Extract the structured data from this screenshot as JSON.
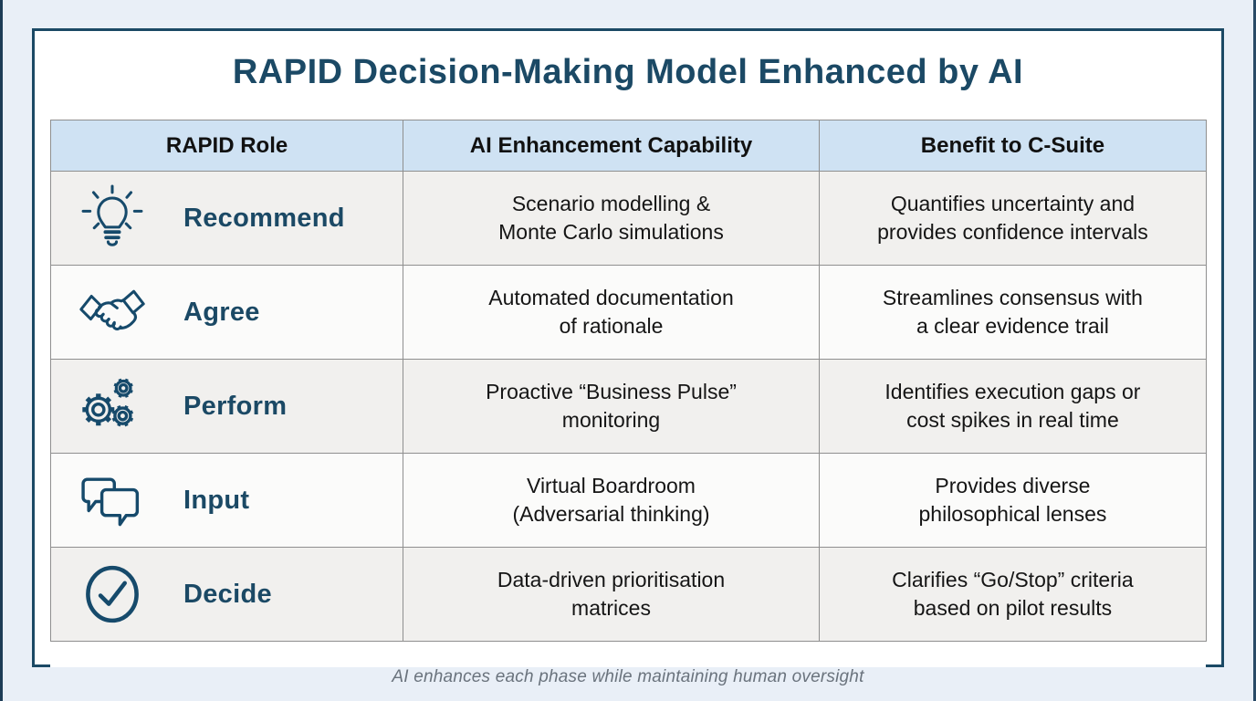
{
  "page": {
    "title": "RAPID Decision-Making Model Enhanced by AI",
    "footer_caption": "AI enhances each phase while maintaining human oversight"
  },
  "colors": {
    "accent_navy": "#1b4965",
    "page_background": "#e9eff7",
    "card_background": "#ffffff",
    "header_row_bg": "#cfe2f3",
    "row_odd_bg": "#f1f0ee",
    "row_even_bg": "#fbfbfa",
    "grid_border": "#8f8f8f",
    "body_text": "#151515",
    "footer_text": "#6a737d"
  },
  "table": {
    "columns": [
      "RAPID Role",
      "AI Enhancement Capability",
      "Benefit to C-Suite"
    ],
    "rows": [
      {
        "icon": "lightbulb-icon",
        "role": "Recommend",
        "capability": "Scenario modelling &\nMonte Carlo simulations",
        "benefit": "Quantifies uncertainty and\nprovides confidence intervals"
      },
      {
        "icon": "handshake-icon",
        "role": "Agree",
        "capability": "Automated documentation\nof rationale",
        "benefit": "Streamlines consensus with\na clear evidence trail"
      },
      {
        "icon": "gears-icon",
        "role": "Perform",
        "capability": "Proactive “Business Pulse”\nmonitoring",
        "benefit": "Identifies execution gaps or\ncost spikes in real time"
      },
      {
        "icon": "speech-bubbles-icon",
        "role": "Input",
        "capability": "Virtual Boardroom\n(Adversarial thinking)",
        "benefit": "Provides diverse\nphilosophical lenses"
      },
      {
        "icon": "check-circle-icon",
        "role": "Decide",
        "capability": "Data-driven prioritisation\nmatrices",
        "benefit": "Clarifies “Go/Stop” criteria\nbased on pilot results"
      }
    ]
  }
}
